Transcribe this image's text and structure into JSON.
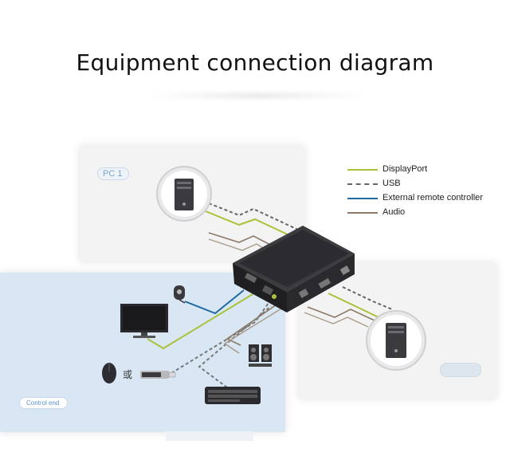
{
  "title": "Equipment connection diagram",
  "labels": {
    "pc1": "PC 1",
    "control_end": "Control end",
    "or_symbol": "或"
  },
  "legend": [
    {
      "label": "DisplayPort",
      "color": "#a9c23a",
      "style": "solid"
    },
    {
      "label": "USB",
      "color": "#666666",
      "style": "dashed"
    },
    {
      "label": "External remote controller",
      "color": "#1f6aa0",
      "style": "solid"
    },
    {
      "label": "Audio",
      "color": "#8c7b66",
      "style": "solid"
    }
  ],
  "colors": {
    "displayport": "#a9c23a",
    "usb": "#666666",
    "remote": "#1f6aa0",
    "audio": "#8c7b66",
    "control_panel": "#d9e7f4",
    "pc_panel": "#f3f3f4"
  },
  "icons": [
    "pc-tower-icon",
    "monitor-icon",
    "remote-controller-icon",
    "speakers-icon",
    "mouse-icon",
    "usb-drive-icon",
    "keyboard-icon",
    "kvm-switch-icon"
  ]
}
